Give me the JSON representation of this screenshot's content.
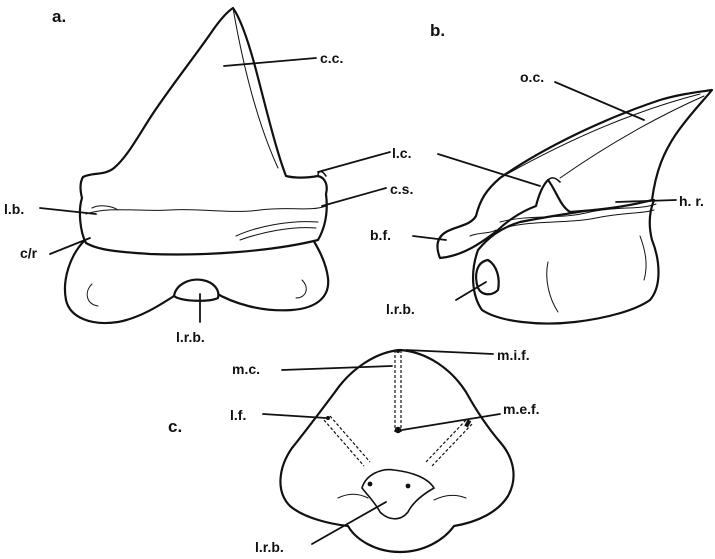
{
  "panels": {
    "a": "a.",
    "b": "b.",
    "c": "c."
  },
  "labels": {
    "a_cc": "c.c.",
    "a_lc": "l.c.",
    "a_lb": "l.b.",
    "a_cs": "c.s.",
    "a_cr": "c/r",
    "a_lrb": "l.r.b.",
    "b_oc": "o.c.",
    "b_hr": "h. r.",
    "b_bf": "b.f.",
    "b_lrb": "l.r.b.",
    "c_mc": "m.c.",
    "c_mif": "m.i.f.",
    "c_lf": "l.f.",
    "c_mef": "m.e.f.",
    "c_lrb": "l.r.b."
  },
  "colors": {
    "ink": "#111111",
    "background": "#ffffff"
  }
}
